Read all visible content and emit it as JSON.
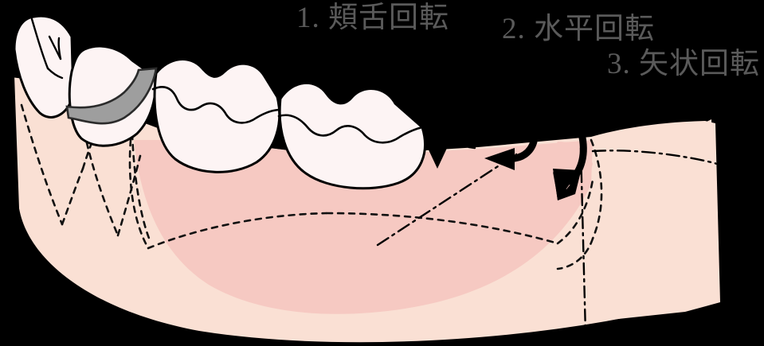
{
  "figure": {
    "title_labels": [
      {
        "id": "label-1",
        "text": "1. 頬舌回転"
      },
      {
        "id": "label-2",
        "text": "2. 水平回転"
      },
      {
        "id": "label-3",
        "text": "3. 矢状回転"
      }
    ],
    "colors": {
      "background": "#000000",
      "bone": "#fae0d4",
      "gingiva": "#f6c9c2",
      "enamel": "#fdf4f4",
      "outline": "#000000",
      "instrument": "#9e9e9e",
      "label_text": "#5a5a5a"
    },
    "anatomy": {
      "teeth": [
        {
          "name": "premolar-1",
          "type": "premolar"
        },
        {
          "name": "premolar-2",
          "type": "premolar"
        },
        {
          "name": "molar-1",
          "type": "molar"
        },
        {
          "name": "molar-2",
          "type": "molar"
        }
      ],
      "structures": [
        {
          "name": "mandible-body",
          "type": "bone"
        },
        {
          "name": "gingiva",
          "type": "soft-tissue"
        },
        {
          "name": "ramus",
          "type": "bone"
        },
        {
          "name": "tooth-roots",
          "type": "hidden-outline",
          "style": "dashed"
        },
        {
          "name": "rotation-axis",
          "type": "reference-line",
          "style": "dash-dot"
        }
      ],
      "instrument": {
        "name": "elevator-blade",
        "type": "surgical-instrument"
      }
    },
    "arrows": [
      {
        "name": "arrow-bucco-lingual-rotation",
        "ref": "1"
      },
      {
        "name": "arrow-horizontal-rotation",
        "ref": "2"
      },
      {
        "name": "arrow-sagittal-rotation",
        "ref": "3"
      }
    ]
  }
}
